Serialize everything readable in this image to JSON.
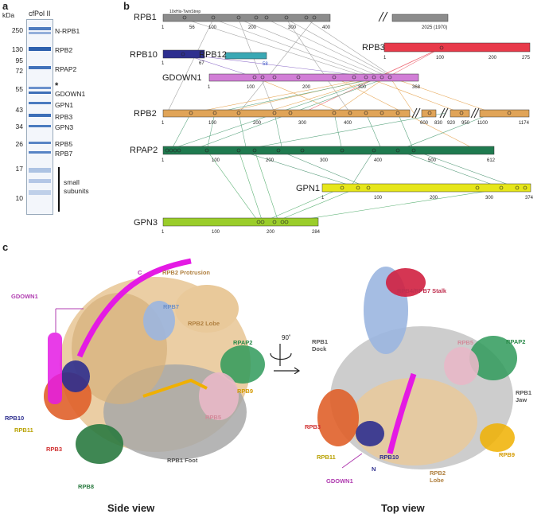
{
  "panel_a": {
    "letter": "a",
    "kda_label": "kDa",
    "lane_title": "cfPol II",
    "markers": [
      "250",
      "130",
      "95",
      "72",
      "55",
      "43",
      "34",
      "26",
      "17",
      "10"
    ],
    "band_labels": [
      "N-RPB1",
      "RPB2",
      "RPAP2",
      "*",
      "GDOWN1",
      "GPN1",
      "RPB3",
      "GPN3",
      "RPB5",
      "RPB7"
    ],
    "small_subunits": [
      "small",
      "subunits"
    ]
  },
  "panel_b": {
    "letter": "b",
    "proteins": [
      {
        "name": "RPB1",
        "tag": "10xHis-TwinStrep",
        "start": "1",
        "ticks": [
          "56",
          "100",
          "200",
          "300",
          "400"
        ],
        "end": "2025 (1970)"
      },
      {
        "name": "RPB3",
        "ticks": [
          "1",
          "100",
          "200",
          "275"
        ]
      },
      {
        "name": "RPB10",
        "ticks": [
          "1",
          "67"
        ]
      },
      {
        "name": "RPB12",
        "extra": "58"
      },
      {
        "name": "GDOWN1",
        "ticks": [
          "1",
          "100",
          "200",
          "300",
          "368"
        ]
      },
      {
        "name": "RPB2",
        "ticks": [
          "1",
          "100",
          "200",
          "300",
          "400",
          "600",
          "830",
          "920",
          "950",
          "1100",
          "1174"
        ]
      },
      {
        "name": "RPAP2",
        "ticks": [
          "1",
          "100",
          "200",
          "300",
          "400",
          "500",
          "612"
        ]
      },
      {
        "name": "GPN1",
        "ticks": [
          "1",
          "100",
          "200",
          "300",
          "374"
        ]
      },
      {
        "name": "GPN3",
        "ticks": [
          "1",
          "100",
          "200",
          "284"
        ]
      }
    ],
    "colors": {
      "RPB1": "#8c8c8c",
      "RPB3": "#e83a4a",
      "RPB10": "#2e2f8f",
      "RPB12": "#3aa8b4",
      "GDOWN1": "#d17ed6",
      "RPB2": "#e0a458",
      "RPAP2": "#1f7a4f",
      "GPN1": "#e6e61a",
      "GPN3": "#9acd2a"
    }
  },
  "panel_c": {
    "letter": "c",
    "labels_left": [
      {
        "text": "GDOWN1",
        "color": "#b03cb0"
      },
      {
        "text": "RPB2 Protrusion",
        "color": "#b08040"
      },
      {
        "text": "RPB7",
        "color": "#6c8fc8"
      },
      {
        "text": "RPB2 Lobe",
        "color": "#b08040"
      },
      {
        "text": "RPAP2",
        "color": "#2a8a4a"
      },
      {
        "text": "RPB9",
        "color": "#d49a00"
      },
      {
        "text": "RPB5",
        "color": "#d38a9a"
      },
      {
        "text": "RPB10",
        "color": "#2e2f8f"
      },
      {
        "text": "RPB11",
        "color": "#b8a100"
      },
      {
        "text": "RPB3",
        "color": "#d03030"
      },
      {
        "text": "RPB8",
        "color": "#2a7a40"
      },
      {
        "text": "RPB1 Foot",
        "color": "#555555"
      },
      {
        "text": "C",
        "color": "#b03cb0"
      }
    ],
    "labels_right": [
      {
        "text": "RPB4/RPB7 Stalk",
        "color": "#c03050"
      },
      {
        "text": "RPB1 Dock",
        "color": "#555555"
      },
      {
        "text": "RPB5",
        "color": "#d38a9a"
      },
      {
        "text": "RPAP2",
        "color": "#2a8a4a"
      },
      {
        "text": "RPB1 Jaw",
        "color": "#555555"
      },
      {
        "text": "RPB3",
        "color": "#d03030"
      },
      {
        "text": "RPB11",
        "color": "#b8a100"
      },
      {
        "text": "RPB10",
        "color": "#2e2f8f"
      },
      {
        "text": "N",
        "color": "#2e2f8f"
      },
      {
        "text": "GDOWN1",
        "color": "#b03cb0"
      },
      {
        "text": "RPB2 Lobe",
        "color": "#b08040"
      },
      {
        "text": "RPB9",
        "color": "#d49a00"
      }
    ],
    "rotation": "90˚",
    "side_view": "Side view",
    "top_view": "Top view"
  }
}
